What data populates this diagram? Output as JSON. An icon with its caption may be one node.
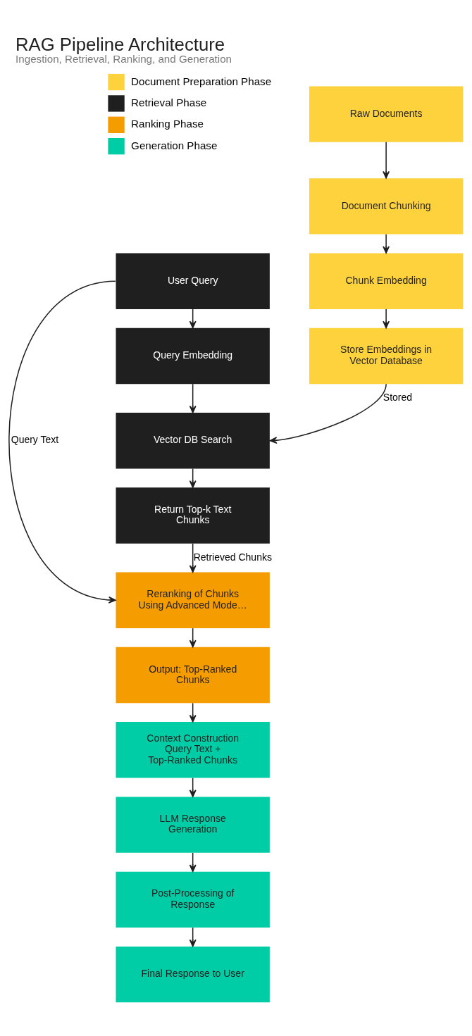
{
  "diagram": {
    "title": "RAG Pipeline Architecture",
    "caption": "Ingestion, Retrieval, Ranking, and Generation",
    "nodes": [
      {
        "text": [
          "Raw Documents"
        ]
      },
      {
        "text": [
          "Document Chunking"
        ]
      },
      {
        "text": [
          "Chunk Embedding"
        ]
      },
      {
        "text": [
          "Store Embeddings in Vector Database"
        ]
      },
      {
        "text": [
          "User Query"
        ]
      },
      {
        "text": [
          "Query Embedding"
        ]
      },
      {
        "text": [
          "Vector DB Search"
        ]
      },
      {
        "text": [
          "Return Top-k Text Chunks"
        ]
      },
      {
        "text": [
          "Reranking of Chunks Using Advanced Mode…"
        ]
      },
      {
        "text": [
          "Output: Top-Ranked Chunks"
        ]
      },
      {
        "text": [
          "Context Construction Query Text + Top-Ranked Chunks"
        ]
      },
      {
        "text": [
          "LLM Response Generation"
        ]
      },
      {
        "text": [
          "Post-Processing of Response"
        ]
      },
      {
        "text": [
          "Final Response to User"
        ]
      }
    ],
    "edges": [
      {
        "from": 0,
        "to": 1,
        "arrow": "to"
      },
      {
        "from": 1,
        "to": 2,
        "arrow": "to"
      },
      {
        "from": 2,
        "to": 3,
        "arrow": "to"
      },
      {
        "from": 3,
        "to": 6,
        "arrow": "to",
        "label": "Stored"
      },
      {
        "from": 4,
        "to": 5,
        "arrow": "to"
      },
      {
        "from": 5,
        "to": 6,
        "arrow": "to"
      },
      {
        "from": 6,
        "to": 7,
        "arrow": "to"
      },
      {
        "from": 7,
        "to": 8,
        "arrow": "to",
        "label": "Retrieved Chunks"
      },
      {
        "from": 4,
        "to": 8,
        "arrow": "to",
        "label": "Query Text"
      },
      {
        "from": 8,
        "to": 9,
        "arrow": "to"
      },
      {
        "from": 9,
        "to": 10,
        "arrow": "to"
      },
      {
        "from": 10,
        "to": 11,
        "arrow": "to"
      },
      {
        "from": 11,
        "to": 12,
        "arrow": "to"
      },
      {
        "from": 12,
        "to": 13,
        "arrow": "to"
      }
    ],
    "legend": [
      {
        "text": "Document Preparation Phase",
        "color": "#fed23c"
      },
      {
        "text": "Retrieval Phase",
        "color": "#1f1f1f"
      },
      {
        "text": "Ranking Phase",
        "color": "#f59c00"
      },
      {
        "text": "Generation Phase",
        "color": "#00cda5"
      }
    ]
  }
}
